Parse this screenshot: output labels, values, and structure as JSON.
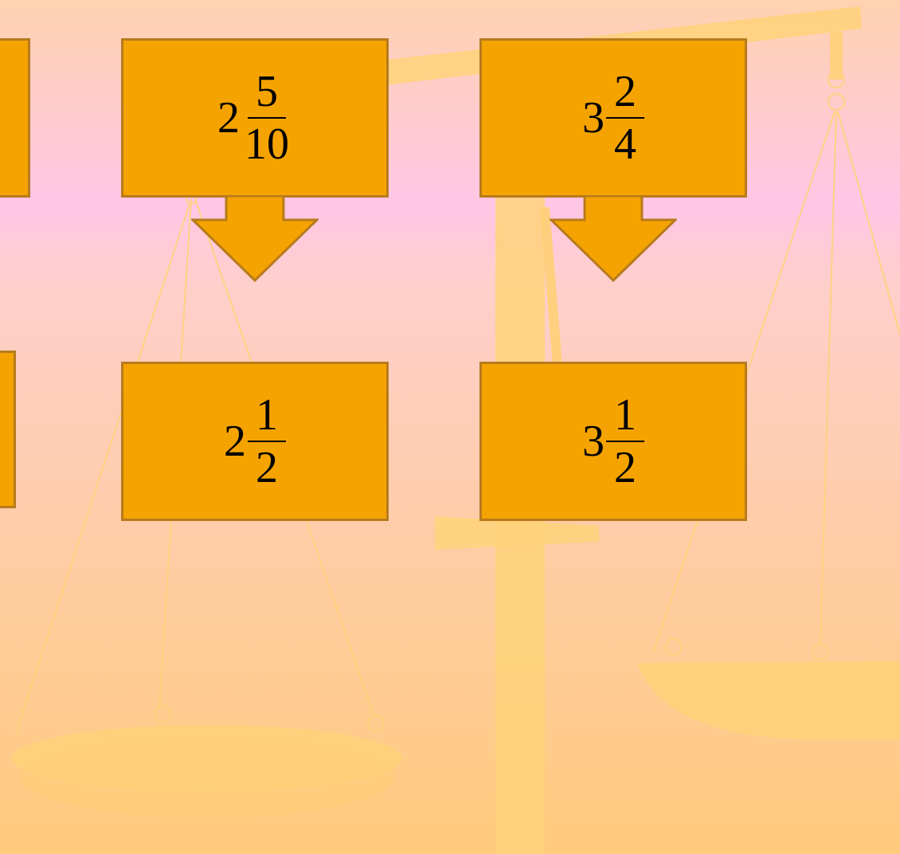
{
  "colors": {
    "card_fill": "#f5a300",
    "card_border": "#b77b1d",
    "scale_color": "#ffd27a"
  },
  "top_row": [
    {
      "whole": "2",
      "numerator": "5",
      "denominator": "10"
    },
    {
      "whole": "3",
      "numerator": "2",
      "denominator": "4"
    }
  ],
  "bottom_row": [
    {
      "whole": "2",
      "numerator": "1",
      "denominator": "2"
    },
    {
      "whole": "3",
      "numerator": "1",
      "denominator": "2"
    }
  ],
  "icons": [
    "down-arrow-icon",
    "balance-scale-illustration"
  ]
}
